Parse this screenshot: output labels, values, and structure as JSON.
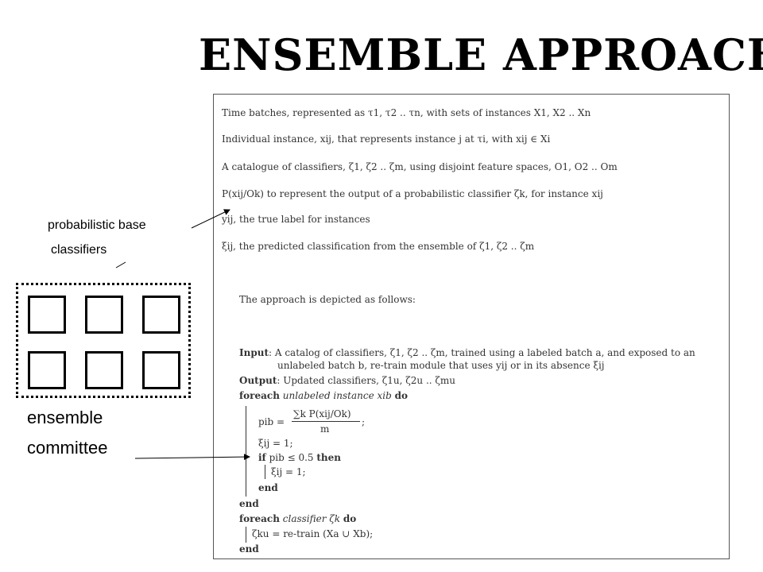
{
  "title": "ENSEMBLE APPROACH",
  "annotations": {
    "base_line1": "probabilistic base",
    "base_line2": "classifiers",
    "committee_line1": "ensemble",
    "committee_line2": "committee"
  },
  "document": {
    "definitions": [
      "Time batches, represented as τ1, τ2 .. τn, with sets of instances X1, X2 .. Xn",
      "Individual instance, xij, that represents instance j at τi, with xij ∈ Xi",
      "A catalogue of classifiers, ζ1, ζ2 .. ζm, using disjoint feature spaces, O1, O2 .. Om",
      "P(xij/Ok) to represent the output of a probabilistic classifier ζk, for instance xij",
      "yij, the true label for instances",
      "ξij, the predicted classification from the ensemble of ζ1, ζ2 .. ζm"
    ],
    "intro": "The approach is depicted as follows:",
    "algorithm": {
      "input_kw": "Input",
      "input_text": ": A catalog of classifiers, ζ1, ζ2 .. ζm, trained using a labeled batch a, and exposed to an",
      "input_text2": "unlabeled batch b, re-train module that uses yij or in its absence ξij",
      "output_kw": "Output",
      "output_text": ": Updated classifiers, ζ1u, ζ2u .. ζmu",
      "foreach1_kw": "foreach",
      "foreach1_text": "unlabeled instance xib",
      "do_kw": "do",
      "pib_lhs": "pib =",
      "pib_num": "∑k P(xij/Ok)",
      "pib_den": "m",
      "pib_tail": ";",
      "xi_assign": "ξij = 1;",
      "if_kw": "if",
      "if_cond": "pib ≤ 0.5",
      "then_kw": "then",
      "xi_assign2": "ξij = 1;",
      "end_kw": "end",
      "foreach2_kw": "foreach",
      "foreach2_text": "classifier ζk",
      "retrain": "ζku = re-train (Xa ∪ Xb);"
    }
  }
}
